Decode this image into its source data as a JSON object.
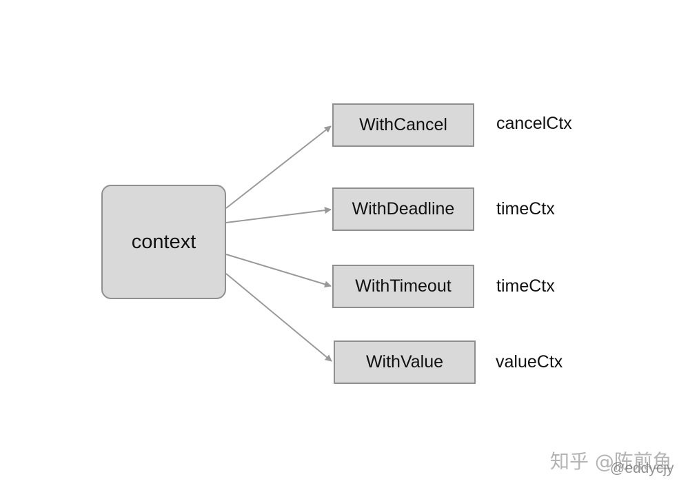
{
  "diagram": {
    "root": {
      "label": "context"
    },
    "functions": [
      {
        "name": "WithCancel",
        "ctx": "cancelCtx"
      },
      {
        "name": "WithDeadline",
        "ctx": "timeCtx"
      },
      {
        "name": "WithTimeout",
        "ctx": "timeCtx"
      },
      {
        "name": "WithValue",
        "ctx": "valueCtx"
      }
    ],
    "colors": {
      "box_fill": "#d9d9d9",
      "box_border": "#8f8f8f",
      "arrow": "#999999",
      "text": "#111111"
    }
  },
  "watermark": {
    "main": "知乎 @陈煎鱼",
    "sub": "@eddycjy"
  }
}
